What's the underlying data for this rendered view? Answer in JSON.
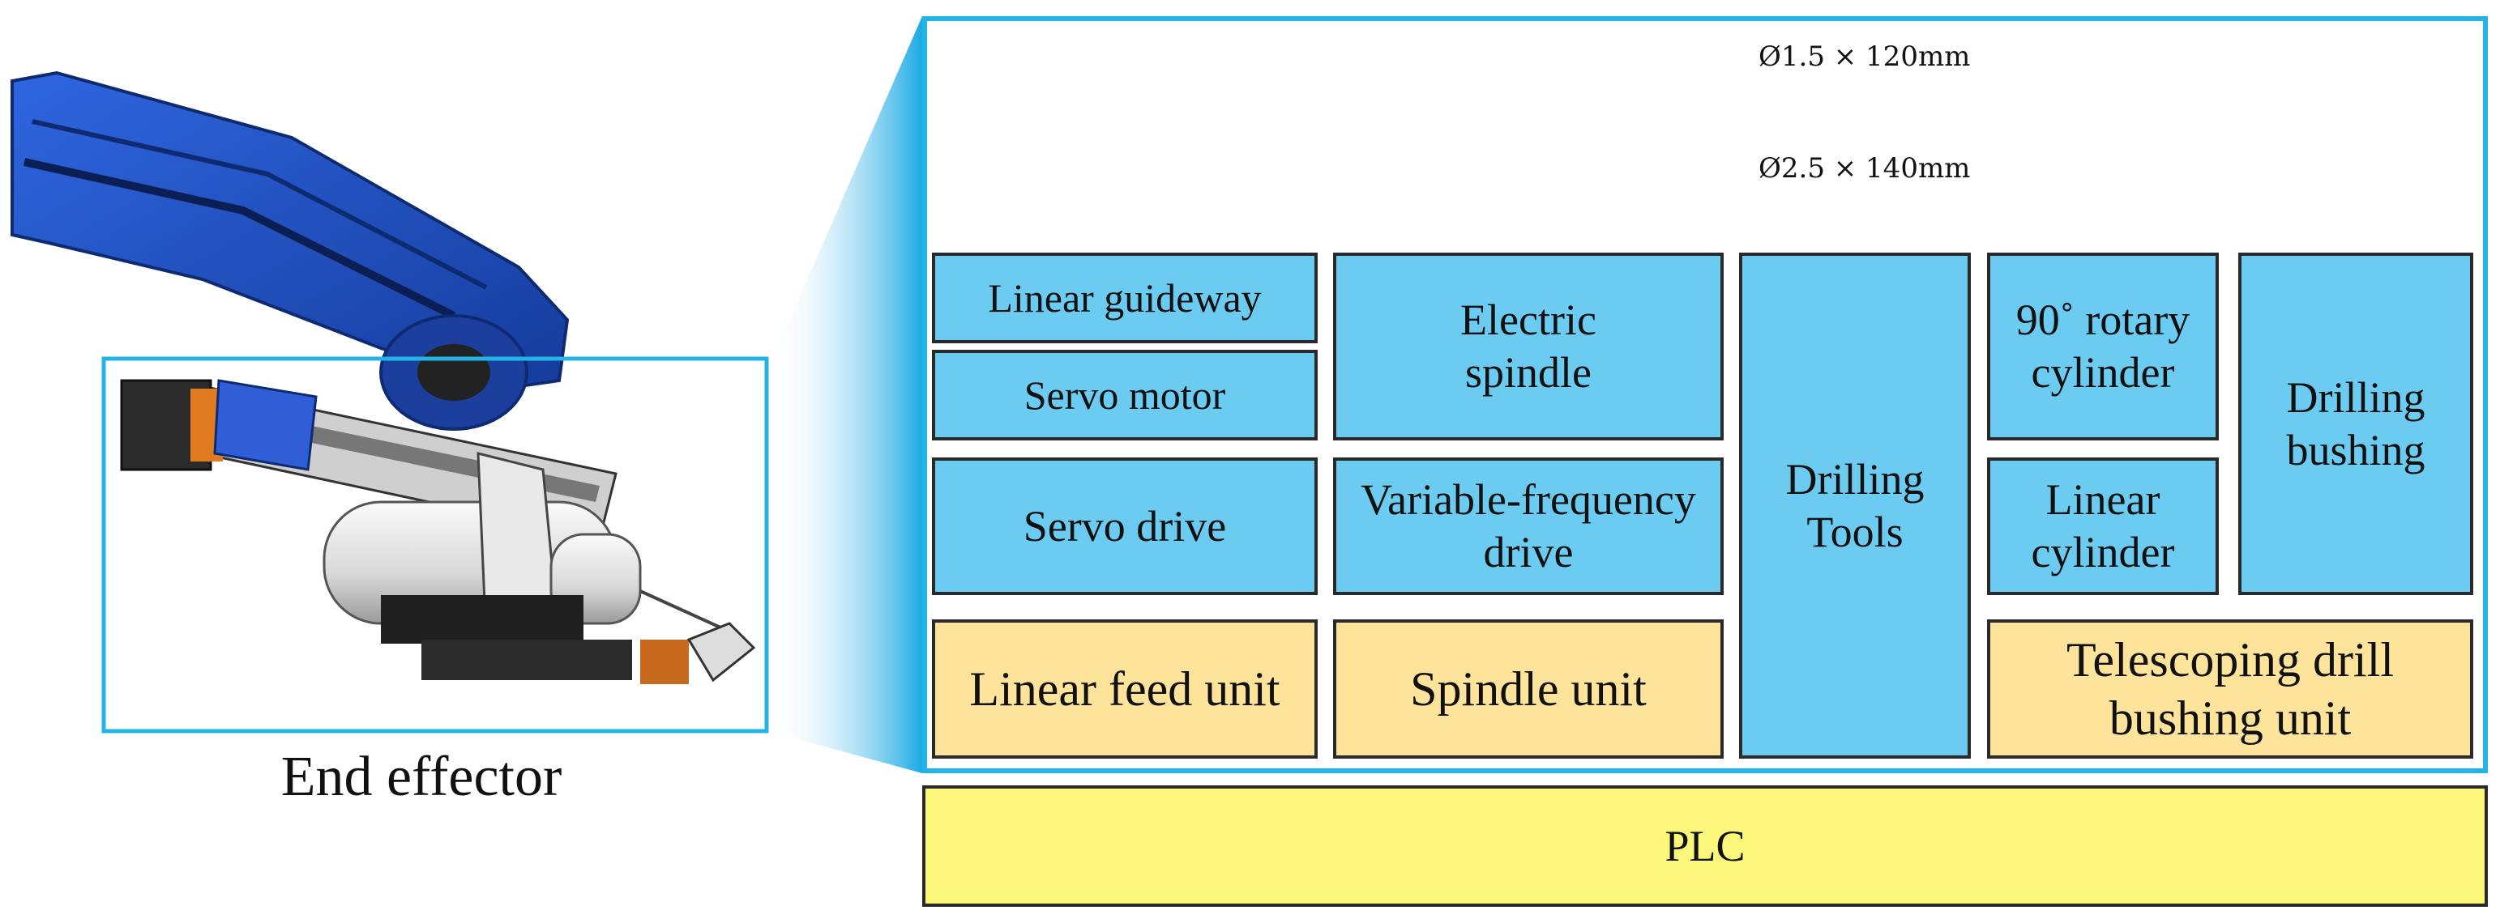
{
  "caption": "End effector",
  "dimensions": {
    "tool_1": "Ø1.5 × 120mm",
    "tool_2": "Ø2.5 × 140mm"
  },
  "modules": {
    "linear_guideway": "Linear guideway",
    "servo_motor": "Servo motor",
    "servo_drive": "Servo drive",
    "linear_feed_unit": "Linear feed unit",
    "electric_spindle": "Electric spindle",
    "vfd": "Variable-frequency drive",
    "spindle_unit": "Spindle unit",
    "drilling_tools": "Drilling Tools",
    "rotary_cylinder": "90˚ rotary cylinder",
    "linear_cylinder": "Linear cylinder",
    "drilling_bushing": "Drilling bushing",
    "bushing_unit": "Telescoping drill bushing unit"
  },
  "controller": "PLC",
  "colors": {
    "frame": "#24b3e6",
    "component_fill": "#6ccbf1",
    "unit_fill": "#fde49a",
    "plc_fill": "#fbf77a",
    "robot_blue": "#1f4fc4"
  }
}
